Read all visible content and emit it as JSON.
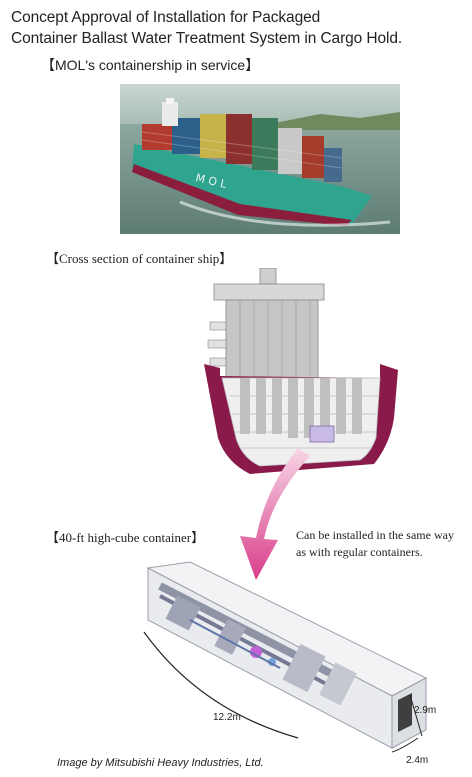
{
  "title": {
    "line1": "Concept Approval of Installation for Packaged",
    "line2": "Container Ballast Water Treatment System in Cargo Hold."
  },
  "photo_caption": "【MOL's containership in service】",
  "ship_hull_text": "M O L",
  "cross_section_caption": "【Cross section of container ship】",
  "container_caption": "【40-ft high-cube container】",
  "install_note": {
    "line1": "Can be installed in the same way",
    "line2": "as with regular containers."
  },
  "dimensions": {
    "length": "12.2m",
    "height": "2.9m",
    "width": "2.4m"
  },
  "credit": "Image by Mitsubishi Heavy Industries, Ltd.",
  "colors": {
    "hull_green": "#2fa58f",
    "hull_red": "#8b1d3d",
    "cross_section_hull": "#8a1a4a",
    "arrow_pink": "#e0559a",
    "water": "#6f8f86"
  }
}
